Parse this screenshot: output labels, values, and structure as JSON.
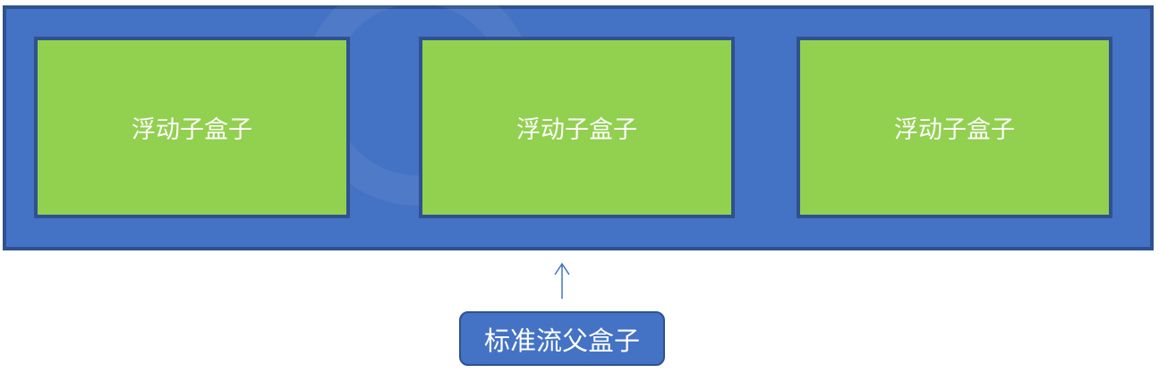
{
  "diagram": {
    "parent_box": {
      "label": "标准流父盒子",
      "fill": "#4472c4",
      "border": "#2f528f"
    },
    "children": [
      {
        "label": "浮动子盒子",
        "fill": "#92d050"
      },
      {
        "label": "浮动子盒子",
        "fill": "#92d050"
      },
      {
        "label": "浮动子盒子",
        "fill": "#92d050"
      }
    ],
    "arrow": {
      "direction": "up",
      "icon": "up-arrow-icon",
      "color": "#4472c4"
    }
  }
}
